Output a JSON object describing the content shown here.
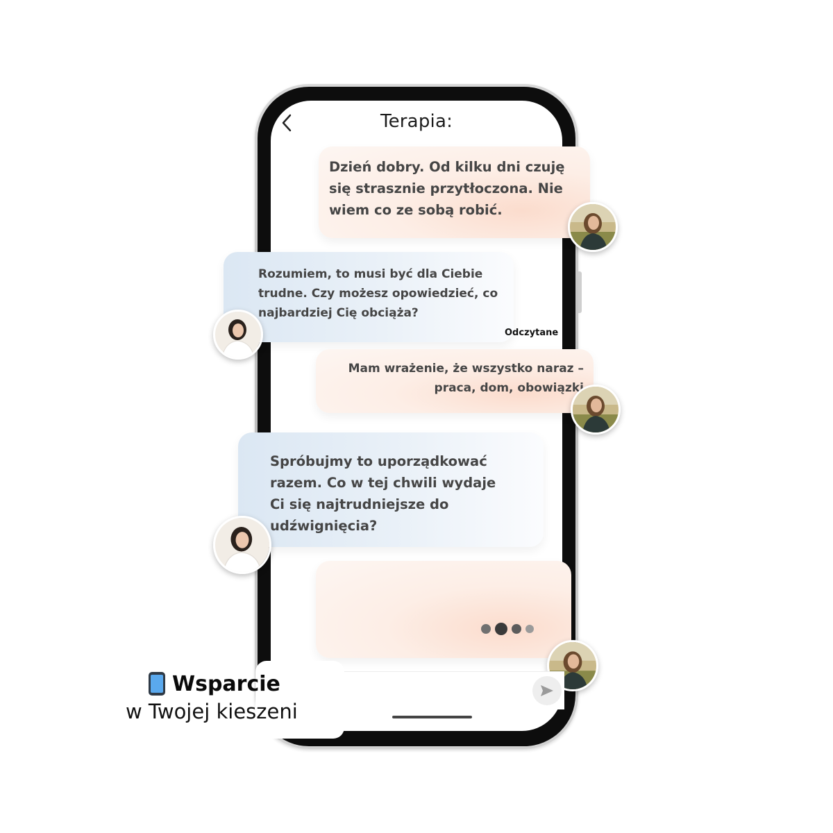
{
  "header": {
    "title": "Terapia:"
  },
  "messages": [
    {
      "text": "Dzień dobry. Od kilku dni czuję się strasznie przytłoczona. Nie wiem co ze sobą robić."
    },
    {
      "text": "Rozumiem, to musi być dla Ciebie trudne. Czy możesz opowiedzieć, co najbardziej Cię obciąża?",
      "status": "Odczytane"
    },
    {
      "text": "Mam wrażenie, że wszystko naraz – praca, dom, obowiązki"
    },
    {
      "text": "Spróbujmy to uporządkować razem. Co w tej chwili wydaje Ci się najtrudniejsze do udźwignięcia?"
    }
  ],
  "caption": {
    "emoji": "📱",
    "bold": "Wsparcie",
    "regular": "w Twojej kieszeni"
  },
  "colors": {
    "peach": "#fbdccd",
    "blue": "#dbe7f3",
    "text": "#454545"
  }
}
